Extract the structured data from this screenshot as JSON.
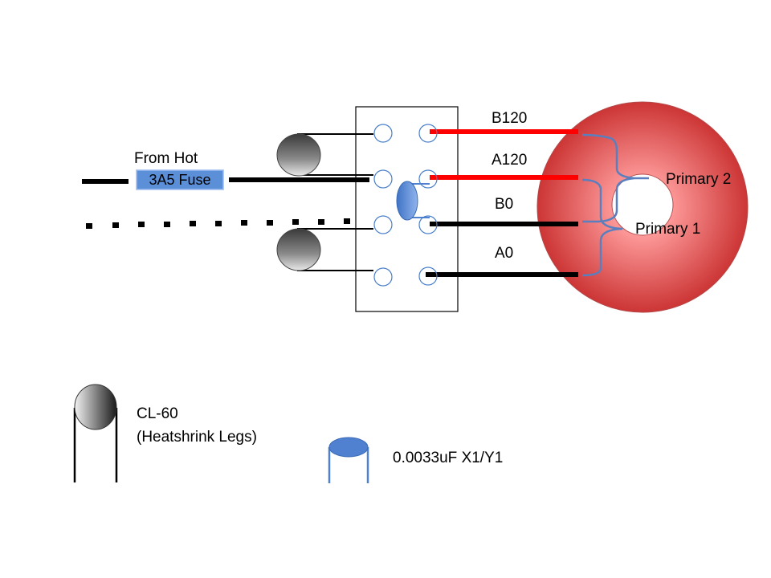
{
  "labels": {
    "from_hot": "From Hot",
    "fuse": "3A5 Fuse",
    "b120": "B120",
    "a120": "A120",
    "b0": "B0",
    "a0": "A0",
    "primary2": "Primary 2",
    "primary1": "Primary 1"
  },
  "legend": {
    "thermistor_name": "CL-60",
    "thermistor_note": "(Heatshrink Legs)",
    "capacitor": "0.0033uF X1/Y1"
  },
  "colors": {
    "hot_wire": "#ff0000",
    "neutral_wire": "#000000",
    "fuse_fill": "#5b8fd8",
    "capacitor": "#4f81d0",
    "bracket": "#5a7fbf",
    "toroid_outer": "#f08080",
    "toroid_inner": "#cc3333",
    "terminal_ring": "#4a7fc9"
  },
  "icons": {
    "thermistor": "thermistor-icon",
    "capacitor": "capacitor-icon",
    "toroid": "toroid-transformer-icon",
    "terminal_block": "terminal-block-icon"
  }
}
